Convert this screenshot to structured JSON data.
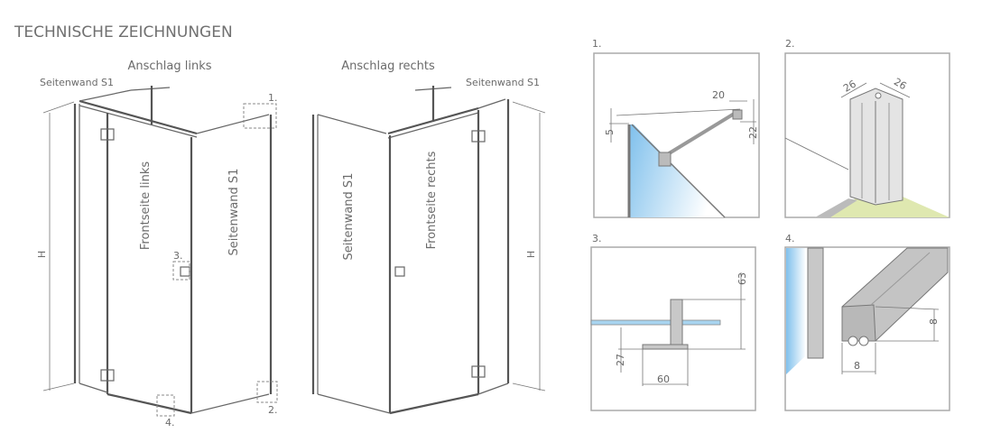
{
  "heading": "TECHNISCHE ZEICHNUNGEN",
  "left_drawing": {
    "title": "Anschlag links",
    "side_label_top": "Seitenwand S1",
    "front_label": "Frontseite links",
    "side_label": "Seitenwand S1",
    "height_label": "H",
    "callouts": [
      "1.",
      "2.",
      "3.",
      "4."
    ]
  },
  "right_drawing": {
    "title": "Anschlag rechts",
    "side_label_top": "Seitenwand S1",
    "side_label": "Seitenwand S1",
    "front_label": "Frontseite rechts",
    "height_label": "H"
  },
  "details": [
    {
      "label": "1.",
      "dims": [
        "20",
        "5",
        "22"
      ]
    },
    {
      "label": "2.",
      "dims": [
        "26",
        "26"
      ]
    },
    {
      "label": "3.",
      "dims": [
        "63",
        "27",
        "60"
      ]
    },
    {
      "label": "4.",
      "dims": [
        "8",
        "8"
      ]
    }
  ],
  "colors": {
    "glass": "#8ec9ee",
    "floor": "#dfe8b0",
    "profile": "#c8c8c8"
  }
}
